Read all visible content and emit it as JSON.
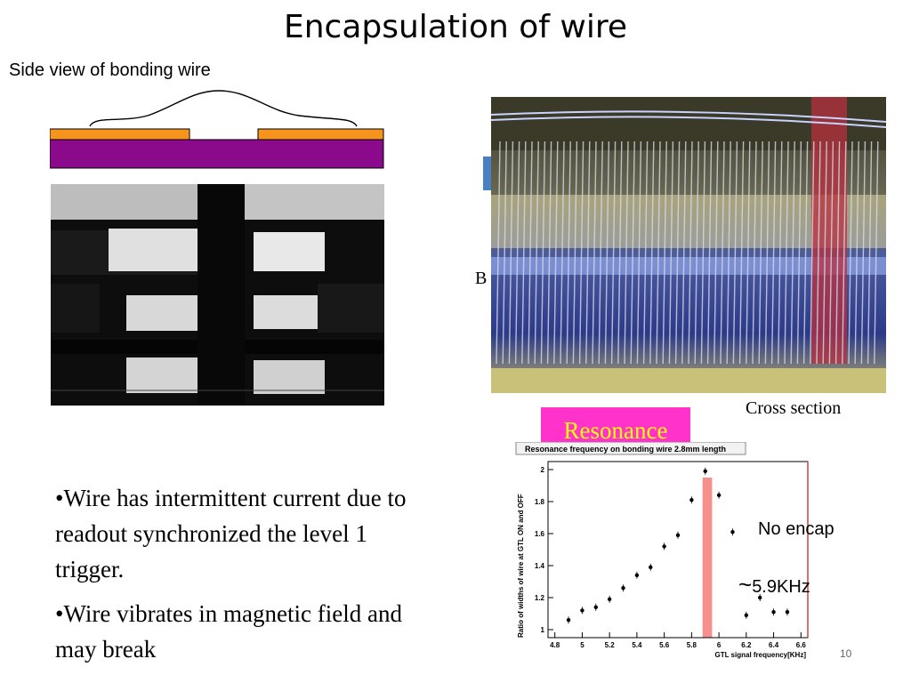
{
  "slide": {
    "title": "Encapsulation of wire",
    "side_view_label": "Side view of bonding wire",
    "bullets": [
      "•Wire has intermittent current due to readout synchronized the level 1 trigger.",
      "•Wire vibrates in magnetic field  and may break"
    ],
    "cross_section_label": "Cross section",
    "b_label": "B",
    "resonance_label": "Resonance",
    "no_encap_label": "No encap",
    "freq_tilde": "~",
    "freq_value": "5.9KHz",
    "page_number": "10",
    "colors": {
      "resonance_bg": "#ff33cc",
      "resonance_text": "#ffff00",
      "pad": "#f7941d",
      "substrate": "#8b0a8b",
      "highlight": "#f5908c"
    }
  },
  "chart_data": {
    "type": "scatter",
    "title": "Resonance frequency on bonding wire 2.8mm length",
    "title_visible": "Reso… ….8mm length",
    "xlabel": "GTL signal frequency[KHz]",
    "ylabel": "Ratio of widths of wire at GTL ON and OFF",
    "xlim": [
      4.75,
      6.65
    ],
    "ylim": [
      0.95,
      2.05
    ],
    "xticks": [
      "4.8",
      "5",
      "5.2",
      "5.4",
      "5.6",
      "5.8",
      "6",
      "6.2",
      "6.4",
      "6.6"
    ],
    "yticks": [
      "1",
      "1.2",
      "1.4",
      "1.6",
      "1.8",
      "2"
    ],
    "x": [
      4.9,
      5.0,
      5.1,
      5.2,
      5.3,
      5.4,
      5.5,
      5.6,
      5.7,
      5.8,
      5.9,
      6.0,
      6.1,
      6.2,
      6.3,
      6.4,
      6.5
    ],
    "y": [
      1.06,
      1.12,
      1.14,
      1.19,
      1.26,
      1.34,
      1.39,
      1.52,
      1.59,
      1.81,
      1.99,
      1.84,
      1.61,
      1.09,
      1.2,
      1.11,
      1.11
    ],
    "highlight_band": [
      5.88,
      5.95
    ],
    "grid": false
  }
}
